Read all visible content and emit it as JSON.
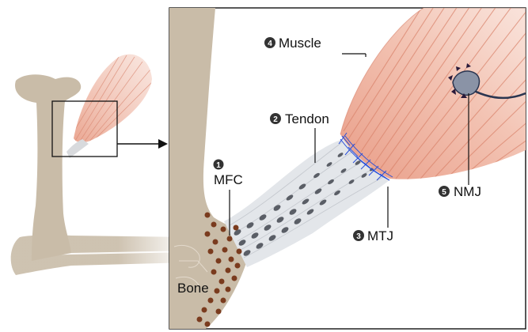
{
  "labels": {
    "muscle": {
      "number": "4",
      "text": "Muscle"
    },
    "tendon": {
      "number": "2",
      "text": "Tendon"
    },
    "mfc": {
      "number": "1",
      "text": "MFC"
    },
    "mtj": {
      "number": "3",
      "text": "MTJ"
    },
    "nmj": {
      "number": "5",
      "text": "NMJ"
    },
    "bone": {
      "text": "Bone"
    }
  },
  "colors": {
    "bone": "#c9bca8",
    "bone_outline": "#a89a86",
    "muscle": "#efb7a4",
    "muscle_fiber": "#d9826a",
    "tendon": "#e3e6ea",
    "tendon_cells": "#5a5e66",
    "enthesis_cells": "#7a3b1e",
    "mtj_mesh": "#2a4fd8",
    "nerve": "#2a3550"
  }
}
